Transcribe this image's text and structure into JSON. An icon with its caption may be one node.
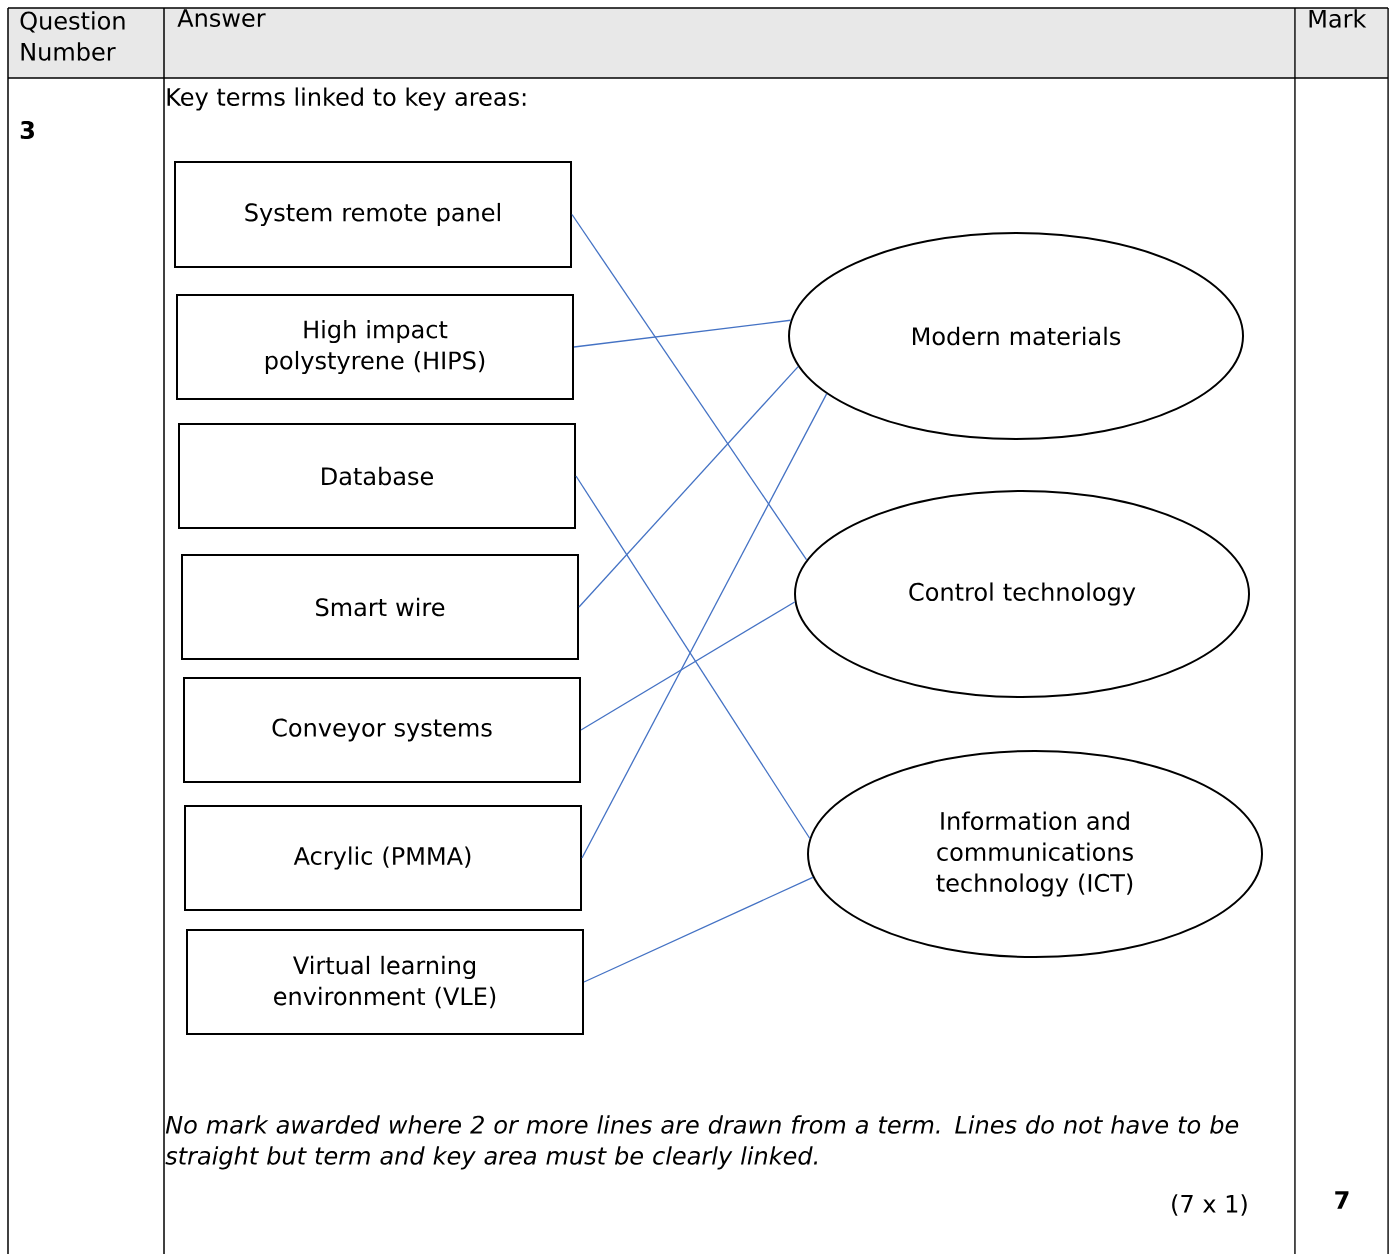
{
  "diagram": {
    "nodes": [
      {
        "text": [
          "System remote panel"
        ]
      },
      {
        "text": [
          "High impact polystyrene (HIPS)"
        ]
      },
      {
        "text": [
          "Database"
        ]
      },
      {
        "text": [
          "Smart wire"
        ]
      },
      {
        "text": [
          "Conveyor systems"
        ]
      },
      {
        "text": [
          "Acrylic (PMMA)"
        ]
      },
      {
        "text": [
          "Virtual learning environment (VLE)"
        ]
      },
      {
        "text": [
          "Modern materials"
        ]
      },
      {
        "text": [
          "Control technology"
        ]
      },
      {
        "text": [
          "Information and communications technology (ICT)"
        ]
      }
    ],
    "edges": [
      {
        "from": 0,
        "to": 8,
        "arrow": "none"
      },
      {
        "from": 1,
        "to": 7,
        "arrow": "none"
      },
      {
        "from": 2,
        "to": 9,
        "arrow": "none"
      },
      {
        "from": 3,
        "to": 7,
        "arrow": "none"
      },
      {
        "from": 4,
        "to": 8,
        "arrow": "none"
      },
      {
        "from": 5,
        "to": 7,
        "arrow": "none"
      },
      {
        "from": 6,
        "to": 9,
        "arrow": "none"
      }
    ],
    "labels": [
      "Question Number",
      "Answer",
      "Mark",
      "3",
      "Key terms linked to key areas:",
      "No mark awarded where 2 or more lines are drawn from a term. Lines do not have to be straight but term and key area must be clearly linked.",
      "(7 x 1)",
      "7"
    ]
  }
}
